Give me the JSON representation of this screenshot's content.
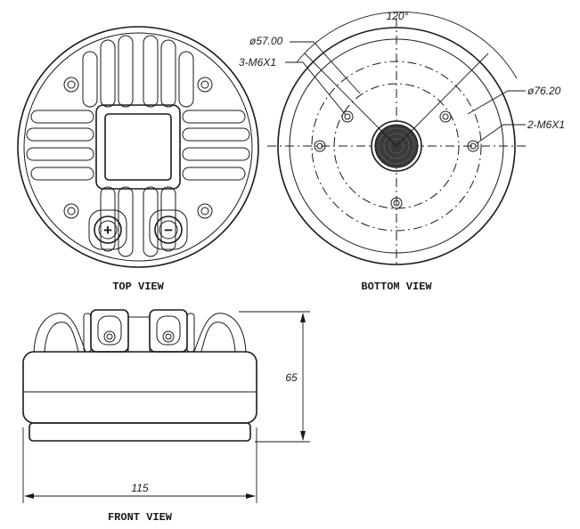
{
  "views": {
    "top": "TOP VIEW",
    "bottom": "BOTTOM VIEW",
    "front": "FRONT VIEW"
  },
  "dimensions": {
    "angle": "120°",
    "bolt_circle_1": "ø57.00",
    "thread_1": "3-M6X1",
    "bolt_circle_2": "ø76.20",
    "thread_2": "2-M6X1",
    "height": "65",
    "width": "115"
  },
  "terminals": {
    "positive": "+",
    "negative": "−"
  }
}
